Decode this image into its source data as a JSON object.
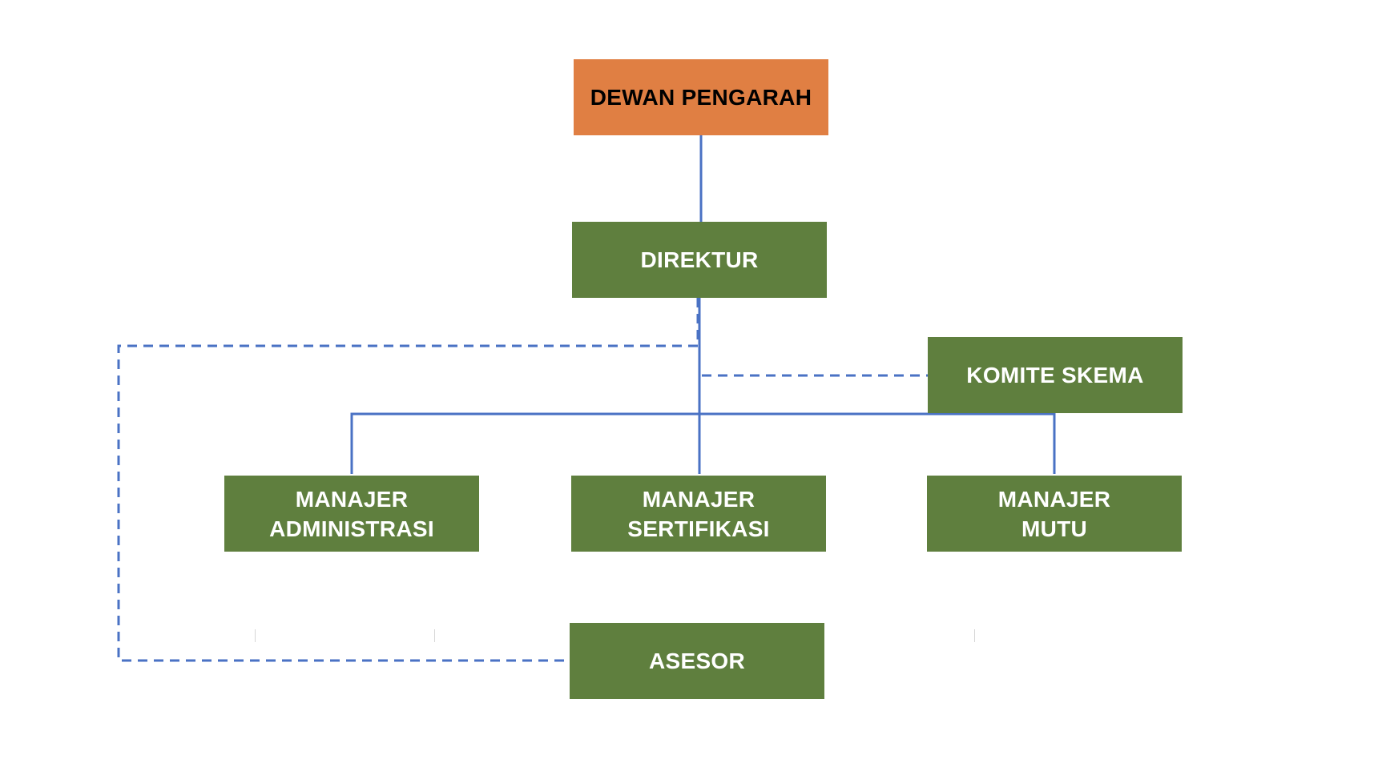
{
  "colors": {
    "board_fill": "#e07f43",
    "unit_fill": "#5f7f3e",
    "connector": "#4a72c4",
    "board_text": "#000000",
    "unit_text": "#ffffff"
  },
  "nodes": {
    "dewan_pengarah": {
      "lines": [
        "DEWAN PENGARAH"
      ]
    },
    "direktur": {
      "lines": [
        "DIREKTUR"
      ]
    },
    "komite_skema": {
      "lines": [
        "KOMITE SKEMA"
      ]
    },
    "manajer_administrasi": {
      "lines": [
        "MANAJER",
        "ADMINISTRASI"
      ]
    },
    "manajer_sertifikasi": {
      "lines": [
        "MANAJER",
        "SERTIFIKASI"
      ]
    },
    "manajer_mutu": {
      "lines": [
        "MANAJER",
        "MUTU"
      ]
    },
    "asesor": {
      "lines": [
        "ASESOR"
      ]
    }
  },
  "edges": [
    {
      "from": "dewan_pengarah",
      "to": "direktur",
      "style": "solid"
    },
    {
      "from": "direktur",
      "to": "manajer_administrasi",
      "style": "solid"
    },
    {
      "from": "direktur",
      "to": "manajer_sertifikasi",
      "style": "solid"
    },
    {
      "from": "direktur",
      "to": "manajer_mutu",
      "style": "solid"
    },
    {
      "from": "direktur",
      "to": "komite_skema",
      "style": "dashed"
    },
    {
      "from": "direktur",
      "to": "asesor",
      "style": "dashed"
    }
  ]
}
